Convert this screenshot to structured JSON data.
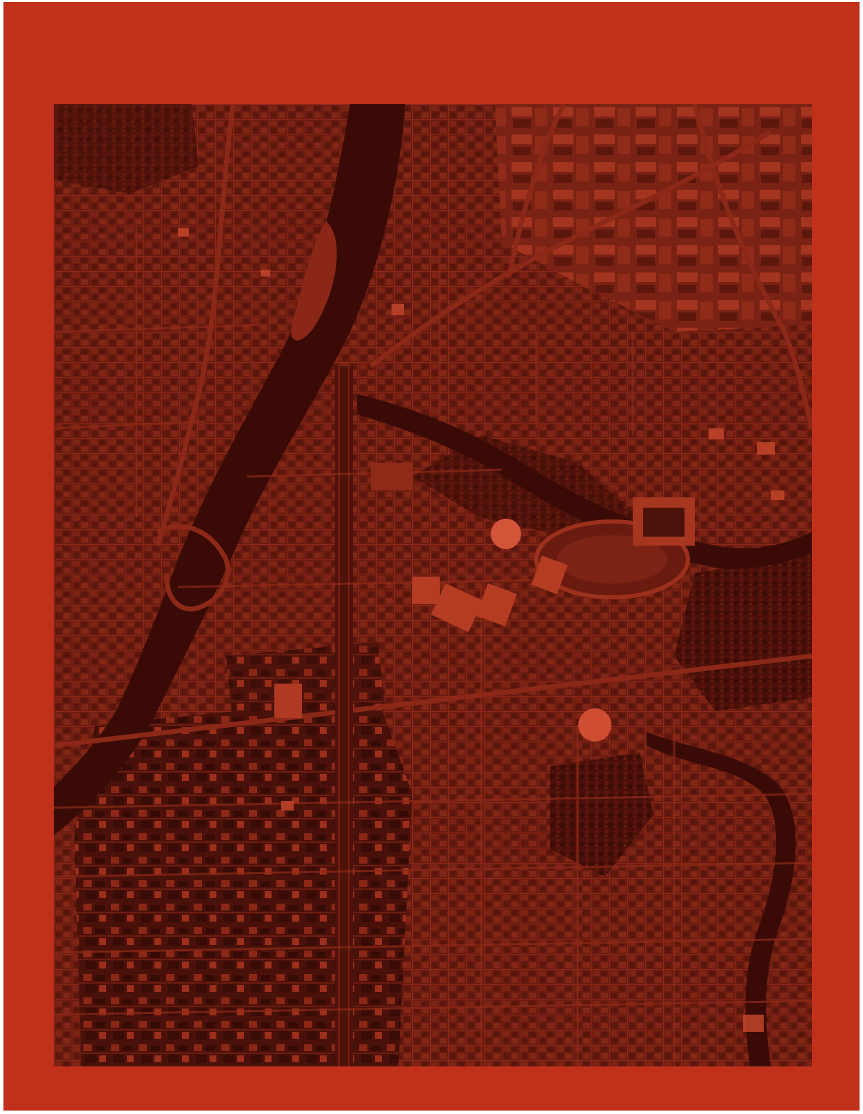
{
  "page": {
    "background_color": "#c0301a"
  },
  "map": {
    "style": "aerial photograph, red monochrome tint",
    "colors": {
      "base": "#6e1d12",
      "dark": "#3e0c07",
      "mid": "#8a2616",
      "light": "#a8341d",
      "highlight": "#cf4a2c"
    },
    "features": [
      "river",
      "river-island",
      "highway-interchange",
      "rail-corridor",
      "city-blocks",
      "downtown-towers",
      "domed-stadium",
      "race-track",
      "park",
      "rail-yard"
    ]
  }
}
